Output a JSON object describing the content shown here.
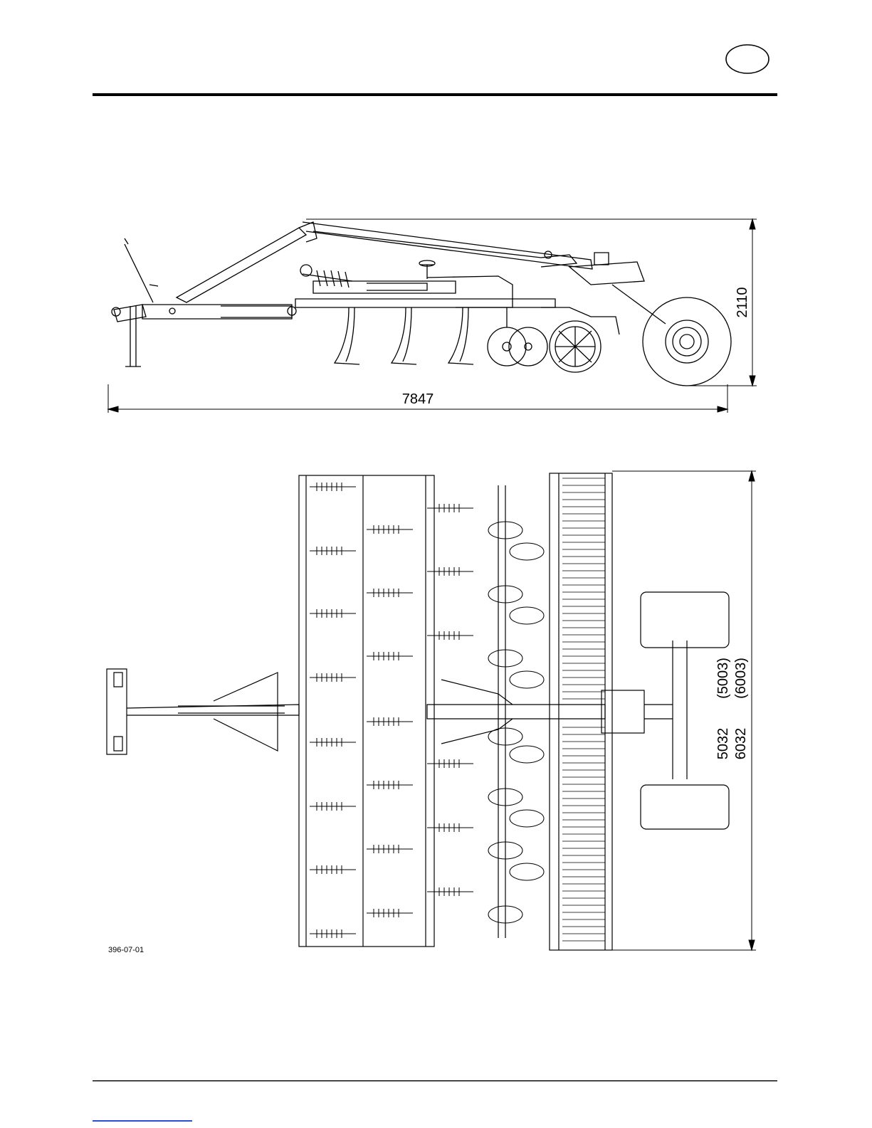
{
  "page": {
    "language_badge": "",
    "figure_code": "396-07-01"
  },
  "side_view": {
    "length_dimension": "7847",
    "height_dimension": "2110"
  },
  "top_view": {
    "width_dimension_a": "5032",
    "width_dimension_b": "6032",
    "width_dimension_a_alt": "(5003)",
    "width_dimension_b_alt": "(6003)"
  }
}
